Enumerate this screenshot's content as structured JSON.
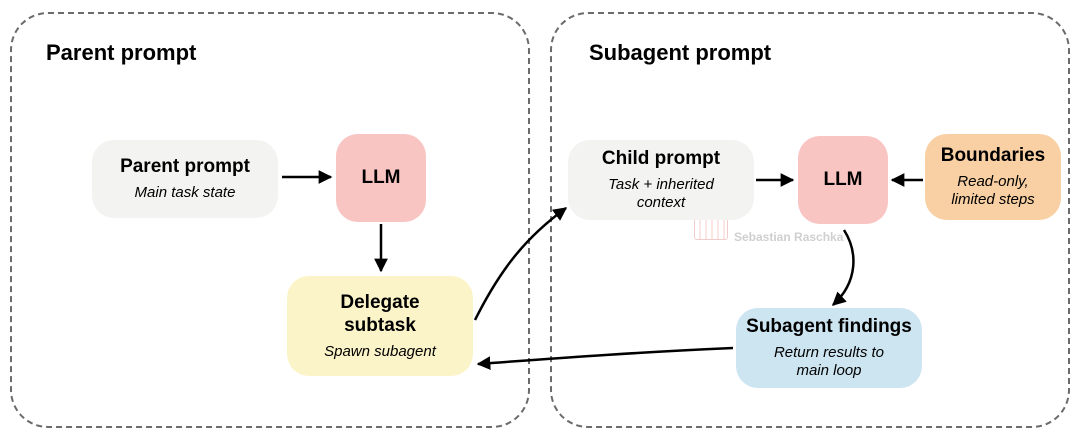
{
  "panels": {
    "parent_title": "Parent prompt",
    "sub_title": "Subagent prompt"
  },
  "nodes": {
    "parent_prompt": {
      "title": "Parent prompt",
      "subtitle": "Main task state"
    },
    "llm_parent": {
      "title": "LLM"
    },
    "delegate": {
      "title_line1": "Delegate",
      "title_line2": "subtask",
      "subtitle": "Spawn subagent"
    },
    "child_prompt": {
      "title": "Child prompt",
      "subtitle_line1": "Task + inherited",
      "subtitle_line2": "context"
    },
    "llm_sub": {
      "title": "LLM"
    },
    "boundaries": {
      "title": "Boundaries",
      "subtitle_line1": "Read-only,",
      "subtitle_line2": "limited steps"
    },
    "findings": {
      "title": "Subagent findings",
      "subtitle_line1": "Return results to",
      "subtitle_line2": "main loop"
    }
  },
  "watermark": {
    "text": "Sebastian Raschka"
  },
  "colors": {
    "neutral_box": "#f3f3f1",
    "llm_box": "#f8c5c3",
    "delegate_box": "#fbf4c8",
    "boundaries_box": "#f8d0a3",
    "findings_box": "#cde5f1",
    "dashed_border": "#6b6b6b",
    "arrow": "#000000"
  }
}
